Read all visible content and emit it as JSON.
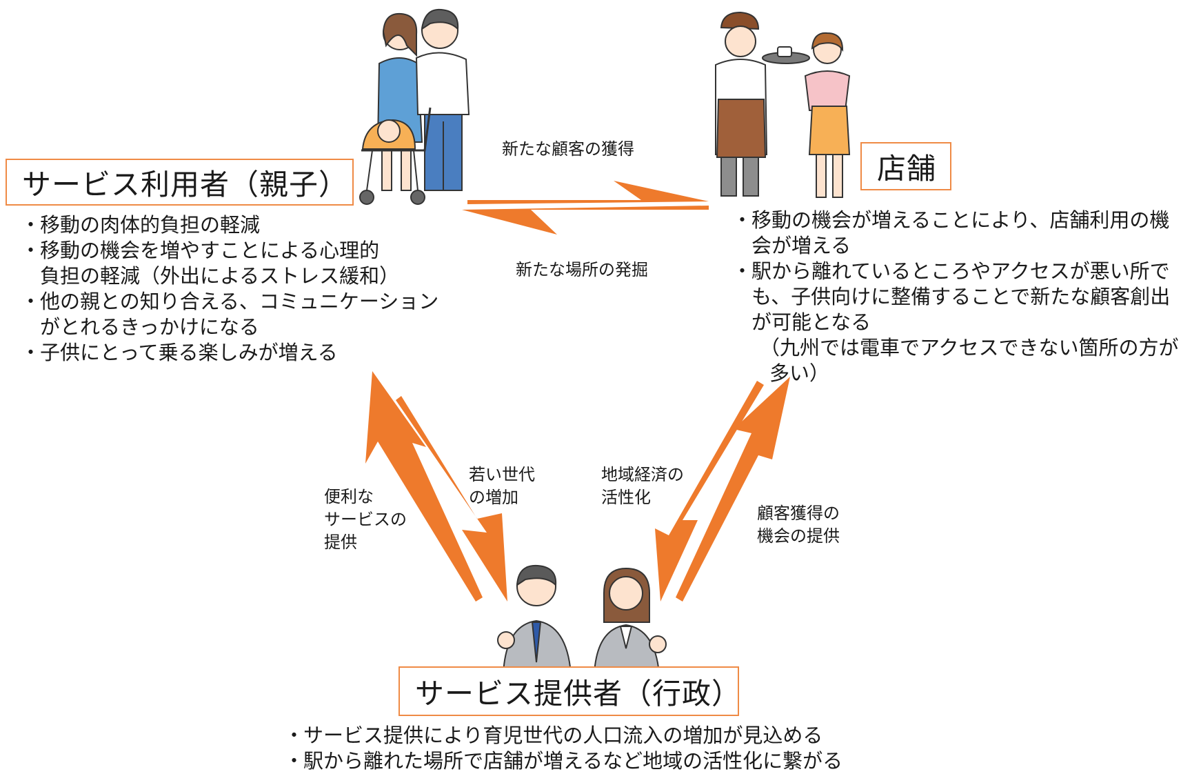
{
  "colors": {
    "accent": "#ef8a45",
    "arrow": "#ee7a2c"
  },
  "nodes": {
    "user": {
      "title": "サービス利用者（親子）",
      "bullets": [
        [
          "移動の肉体的負担の軽減"
        ],
        [
          "移動の機会を増やすことによる心理的",
          "負担の軽減（外出によるストレス緩和）"
        ],
        [
          "他の親との知り合える、コミュニケーション",
          "がとれるきっかけになる"
        ],
        [
          "子供にとって乗る楽しみが増える"
        ]
      ]
    },
    "store": {
      "title": "店舗",
      "bullets": [
        [
          "移動の機会が増えることにより、店舗利用の機",
          "会が増える"
        ],
        [
          "駅から離れているところやアクセスが悪い所で",
          "も、子供向けに整備することで新たな顧客創出",
          "が可能となる"
        ]
      ],
      "note": [
        "（九州では電車でアクセスできない箇所の方が",
        "多い）"
      ]
    },
    "provider": {
      "title": "サービス提供者（行政）",
      "bullets": [
        [
          "サービス提供により育児世代の人口流入の増加が見込める"
        ],
        [
          "駅から離れた場所で店舗が増えるなど地域の活性化に繋がる"
        ]
      ]
    }
  },
  "flows": {
    "user_to_store": "新たな顧客の獲得",
    "store_to_user": "新たな場所の発掘",
    "provider_to_user": [
      "便利な",
      "サービスの",
      "提供"
    ],
    "user_to_provider": [
      "若い世代",
      "の増加"
    ],
    "store_to_provider": [
      "地域経済の",
      "活性化"
    ],
    "provider_to_store": [
      "顧客獲得の",
      "機会の提供"
    ]
  },
  "illustrations": {
    "family": "family-with-stroller-icon",
    "store": "store-staff-icon",
    "government": "government-officials-icon"
  }
}
